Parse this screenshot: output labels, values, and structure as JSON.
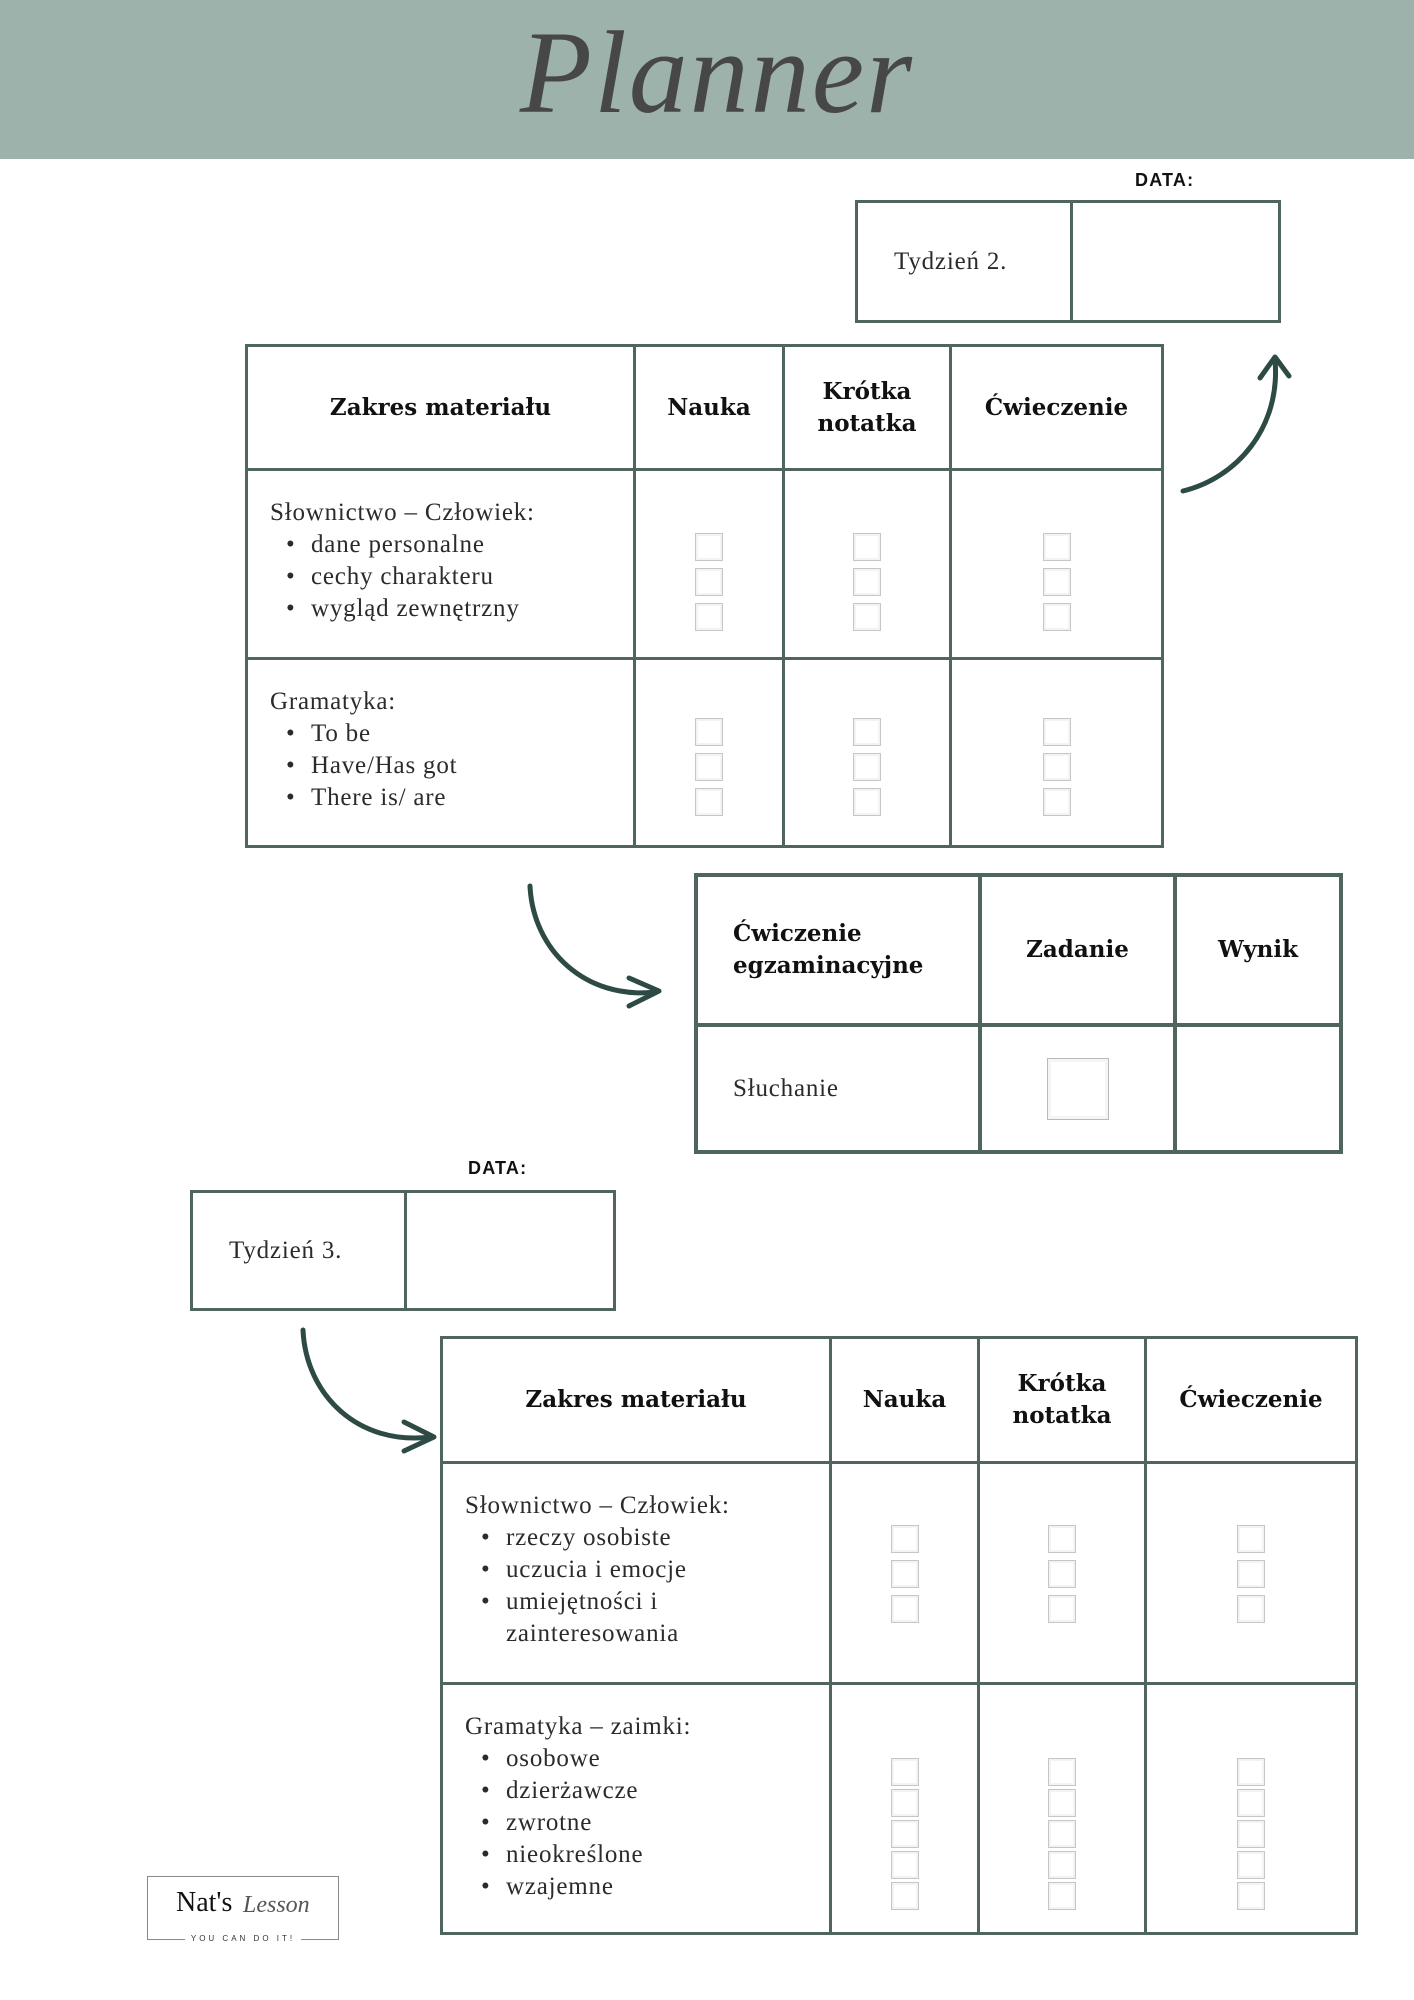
{
  "header": {
    "title": "Planner"
  },
  "colors": {
    "band": "#9db2aa",
    "line": "#4f6660",
    "arrow": "#2e4a44",
    "text": "#2b2b2b"
  },
  "week2": {
    "date_label": "DATA:",
    "week_label": "Tydzień 2."
  },
  "table1": {
    "headers": [
      "Zakres materiału",
      "Nauka",
      "Krótka notatka",
      "Ćwieczenie"
    ],
    "rows": [
      {
        "title": "Słownictwo – Człowiek:",
        "items": [
          "dane personalne",
          "cechy charakteru",
          "wygląd zewnętrzny"
        ],
        "checked": {
          "nauka": [
            false,
            false,
            false
          ],
          "notatka": [
            false,
            false,
            false
          ],
          "cwiczenie": [
            false,
            false,
            false
          ]
        }
      },
      {
        "title": "Gramatyka:",
        "items": [
          "To be",
          "Have/Has got",
          "There is/ are"
        ],
        "checked": {
          "nauka": [
            false,
            false,
            false
          ],
          "notatka": [
            false,
            false,
            false
          ],
          "cwiczenie": [
            false,
            false,
            false
          ]
        }
      }
    ]
  },
  "exam": {
    "headers": [
      "Ćwiczenie egzaminacyjne",
      "Zadanie",
      "Wynik"
    ],
    "rows": [
      {
        "task": "Słuchanie",
        "checked": [
          false
        ]
      }
    ]
  },
  "week3": {
    "date_label": "DATA:",
    "week_label": "Tydzień 3."
  },
  "table3": {
    "headers": [
      "Zakres materiału",
      "Nauka",
      "Krótka notatka",
      "Ćwieczenie"
    ],
    "rows": [
      {
        "title": "Słownictwo – Człowiek:",
        "items": [
          "rzeczy osobiste",
          "uczucia i emocje",
          "umiejętności i zainteresowania"
        ],
        "checked": {
          "nauka": [
            false,
            false,
            false
          ],
          "notatka": [
            false,
            false,
            false
          ],
          "cwiczenie": [
            false,
            false,
            false
          ]
        }
      },
      {
        "title": "Gramatyka – zaimki:",
        "items": [
          "osobowe",
          "dzierżawcze",
          "zwrotne",
          "nieokreślone",
          "wzajemne"
        ],
        "checked": {
          "nauka": [
            false,
            false,
            false,
            false,
            false
          ],
          "notatka": [
            false,
            false,
            false,
            false,
            false
          ],
          "cwiczenie": [
            false,
            false,
            false,
            false,
            false
          ]
        }
      }
    ]
  },
  "logo": {
    "name": "Nat's",
    "script": "Lesson",
    "tagline": "YOU CAN DO IT!"
  }
}
